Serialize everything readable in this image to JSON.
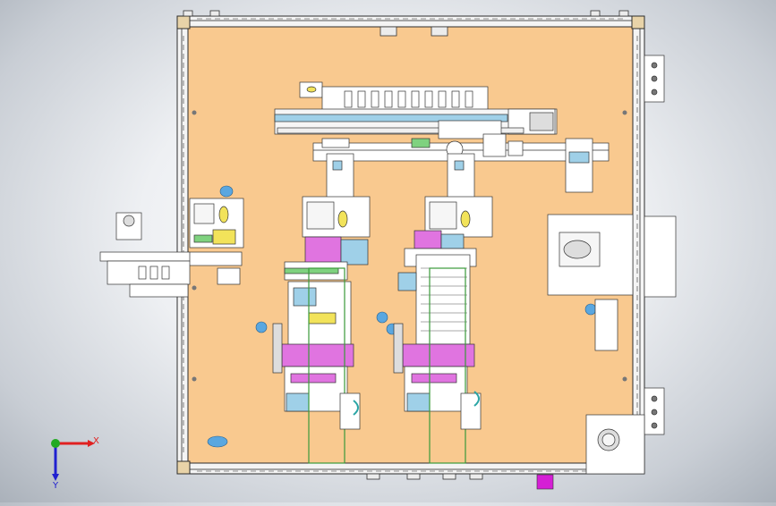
{
  "view": {
    "name": "cad-top-view",
    "background": "#dfe3e8"
  },
  "colors": {
    "frame": "#f4f4f4",
    "frame_line": "#2c2c2c",
    "plate": "#f9c98f",
    "cyan": "#9fd0e8",
    "magenta": "#e074e0",
    "green": "#7fd27f",
    "yellow": "#f2e35a",
    "conn": "#d51fd5",
    "blue_part": "#5aa7e0"
  },
  "triad": {
    "x_label": "X",
    "y_label": "Y",
    "x_color": "#e02020",
    "y_color": "#2020d0",
    "origin_color": "#22aa22"
  }
}
